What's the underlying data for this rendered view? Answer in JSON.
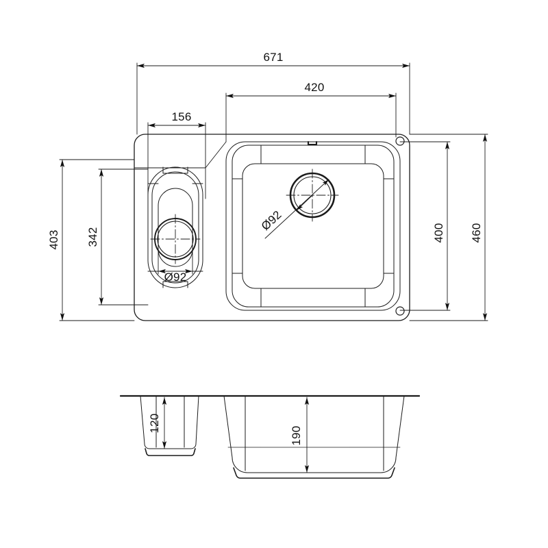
{
  "drawing": {
    "type": "technical-dimension-drawing",
    "subject": "undermount one-and-a-half bowl kitchen sink",
    "units": "mm",
    "line_color": "#1a1a1a",
    "background_color": "#ffffff"
  },
  "plan_view": {
    "name": "top-plan-view",
    "dimensions": {
      "overall_width": "671",
      "overall_height": "460",
      "main_bowl_width": "420",
      "main_bowl_height": "400",
      "small_bowl_width": "156",
      "small_bowl_height": "342",
      "plate_inner_height": "403"
    },
    "drains": {
      "main_bowl_drain": "92",
      "small_bowl_drain": "92",
      "diameter_symbol": "Ø"
    },
    "labels": {
      "overall_width": "671",
      "main_bowl_width": "420",
      "small_bowl_width": "156",
      "plate_inner_height": "403",
      "small_bowl_height": "342",
      "main_bowl_height": "400",
      "overall_height": "460",
      "main_drain": "Ø92",
      "small_drain": "Ø92"
    }
  },
  "section_view": {
    "name": "front-section-view",
    "labels": {
      "small_bowl_depth": "120",
      "main_bowl_depth": "190"
    },
    "dimensions": {
      "small_bowl_depth": "120",
      "main_bowl_depth": "190"
    }
  }
}
